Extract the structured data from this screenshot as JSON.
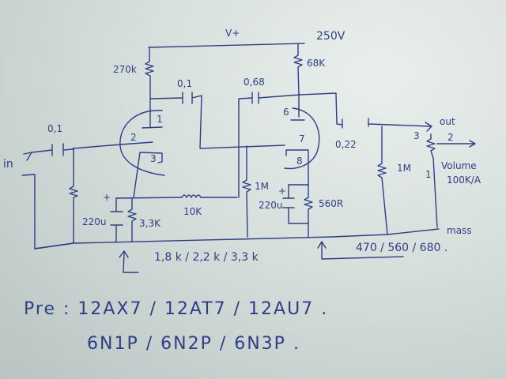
{
  "title": "Hand-drawn tube preamp schematic",
  "ink_color": "#2f3f86",
  "supply": {
    "rail_label": "V+",
    "voltage": "250V"
  },
  "input": {
    "label": "in",
    "coupling_cap": "0,1"
  },
  "stage1": {
    "plate_resistor": "270k",
    "output_cap": "0,1",
    "pins": [
      "1",
      "2",
      "3"
    ],
    "cathode_cap": "220u",
    "cathode_resistor": "3,3K",
    "decoupling_resistor": "10K",
    "cathode_polarity": "+"
  },
  "stage2": {
    "plate_resistor": "68K",
    "feedback_cap": "0,68",
    "grid_resistor": "1M",
    "pins": [
      "6",
      "7",
      "8"
    ],
    "cathode_cap": "220u",
    "cathode_resistor": "560R",
    "cathode_polarity": "+"
  },
  "output": {
    "coupling_cap": "0,22",
    "load_resistor": "1M",
    "label": "out",
    "pot_pins": [
      "3",
      "2",
      "1"
    ],
    "pot_name": "Volume",
    "pot_value": "100K/A",
    "ground_label": "mass"
  },
  "alternatives": {
    "stage1_cathode": "1,8 k / 2,2 k / 3,3 k",
    "stage2_cathode": "470 / 560 / 680 ."
  },
  "tubes": {
    "line1": "Pre : 12AX7 / 12AT7 / 12AU7 .",
    "line2": "6N1P / 6N2P / 6N3P ."
  }
}
